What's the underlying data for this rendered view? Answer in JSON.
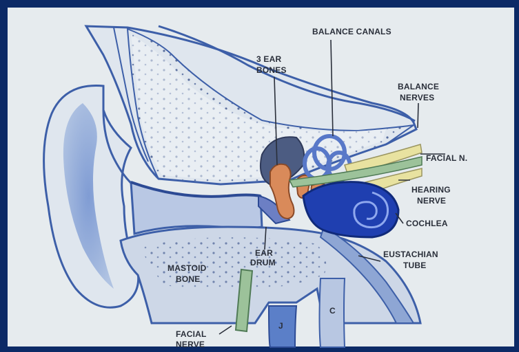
{
  "diagram": {
    "labels": {
      "balance_canals": "BALANCE CANALS",
      "ear_bones_line1": "3 EAR",
      "ear_bones_line2": "BONES",
      "balance_nerves_line1": "BALANCE",
      "balance_nerves_line2": "NERVES",
      "facial_n": "FACIAL N.",
      "hearing_nerve_line1": "HEARING",
      "hearing_nerve_line2": "NERVE",
      "cochlea": "COCHLEA",
      "eustachian_line1": "EUSTACHIAN",
      "eustachian_line2": "TUBE",
      "ear_drum_line1": "EAR",
      "ear_drum_line2": "DRUM",
      "mastoid_line1": "MASTOID",
      "mastoid_line2": "BONE",
      "facial_nerve_line1": "FACIAL",
      "facial_nerve_line2": "NERVE",
      "j": "J",
      "c": "C"
    },
    "colors": {
      "frame": "#0c2a66",
      "paper": "#e6ebee",
      "blue_ink": "#3d5fa8",
      "cochlea": "#1f3fb0",
      "bones": "#d98a5a",
      "nerve_yellow": "#e8e2a0",
      "nerve_green": "#9cc29a"
    }
  }
}
